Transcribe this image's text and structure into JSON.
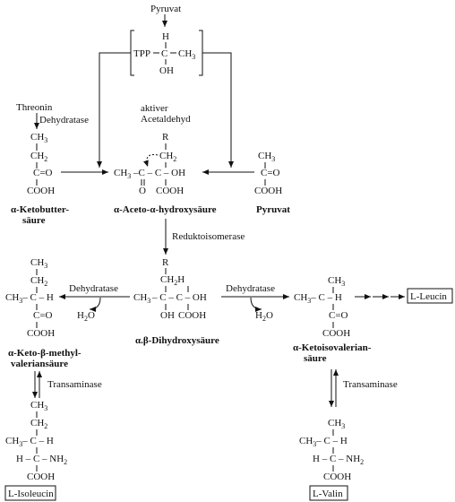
{
  "top": {
    "pyruvat_label": "Pyruvat",
    "h": "H",
    "tpp": "TPP",
    "c": "C",
    "ch3": "CH",
    "ch3_sub": "3",
    "oh": "OH"
  },
  "aktiver": {
    "line1": "aktiver",
    "line2": "Acetaldehyd"
  },
  "threonin": {
    "label": "Threonin",
    "enzyme": "Dehydratase",
    "ch3": "CH",
    "ch2": "CH",
    "sub3": "3",
    "sub2": "2",
    "c_eq_o": "C=O",
    "cooh": "COOH",
    "name_line1": "α-Ketobutter-",
    "name_line2": "säure"
  },
  "center_top": {
    "r": "R",
    "ch2": "CH",
    "sub2": "2",
    "ch3_left": "CH",
    "sub3": "3",
    "row": "–C – C – OH",
    "o": "O",
    "cooh": "COOH",
    "name": "α-Aceto-α-hydroxysäure"
  },
  "pyruvat_right": {
    "ch3": "CH",
    "sub3": "3",
    "c_eq_o": "C=O",
    "cooh": "COOH",
    "name": "Pyruvat"
  },
  "reduktoisomerase": "Reduktoisomerase",
  "center_mid": {
    "r": "R",
    "ch2h": "CH",
    "ch2h_sub": "2",
    "ch2h_h": "H",
    "ch3": "CH",
    "sub3": "3",
    "row": "– C – C – OH",
    "oh": "OH",
    "cooh": "COOH",
    "name": "α.β-Dihydroxysäure"
  },
  "left_mid": {
    "ch3_top": "CH",
    "ch2": "CH",
    "sub3": "3",
    "sub2": "2",
    "row": "CH",
    "row_rest": "– C – H",
    "c_eq_o": "C=O",
    "cooh": "COOH",
    "enzyme": "Dehydratase",
    "water": "H",
    "water_sub": "2",
    "water_o": "O",
    "name_line1": "α-Keto-β-methyl-",
    "name_line2": "valeriansäure"
  },
  "right_mid": {
    "ch3_top": "CH",
    "sub3": "3",
    "row": "CH",
    "row_rest": "– C – H",
    "c_eq_o": "C=O",
    "cooh": "COOH",
    "enzyme": "Dehydratase",
    "water": "H",
    "water_sub": "2",
    "water_o": "O",
    "name_line1": "α-Ketoisovalerian-",
    "name_line2": "säure",
    "leucin": "L-Leucin"
  },
  "transaminase_left": "Transaminase",
  "transaminase_right": "Transaminase",
  "isoleucin": {
    "ch3_top": "CH",
    "ch2": "CH",
    "sub3": "3",
    "sub2": "2",
    "row": "CH",
    "row_rest": "– C – H",
    "h_c_nh2": "H – C – NH",
    "nh2_sub": "2",
    "cooh": "COOH",
    "name": "L-Isoleucin"
  },
  "valin": {
    "ch3_top": "CH",
    "sub3": "3",
    "row": "CH",
    "row_rest": "– C – H",
    "h_c_nh2": "H – C – NH",
    "nh2_sub": "2",
    "cooh": "COOH",
    "name": "L-Valin"
  }
}
